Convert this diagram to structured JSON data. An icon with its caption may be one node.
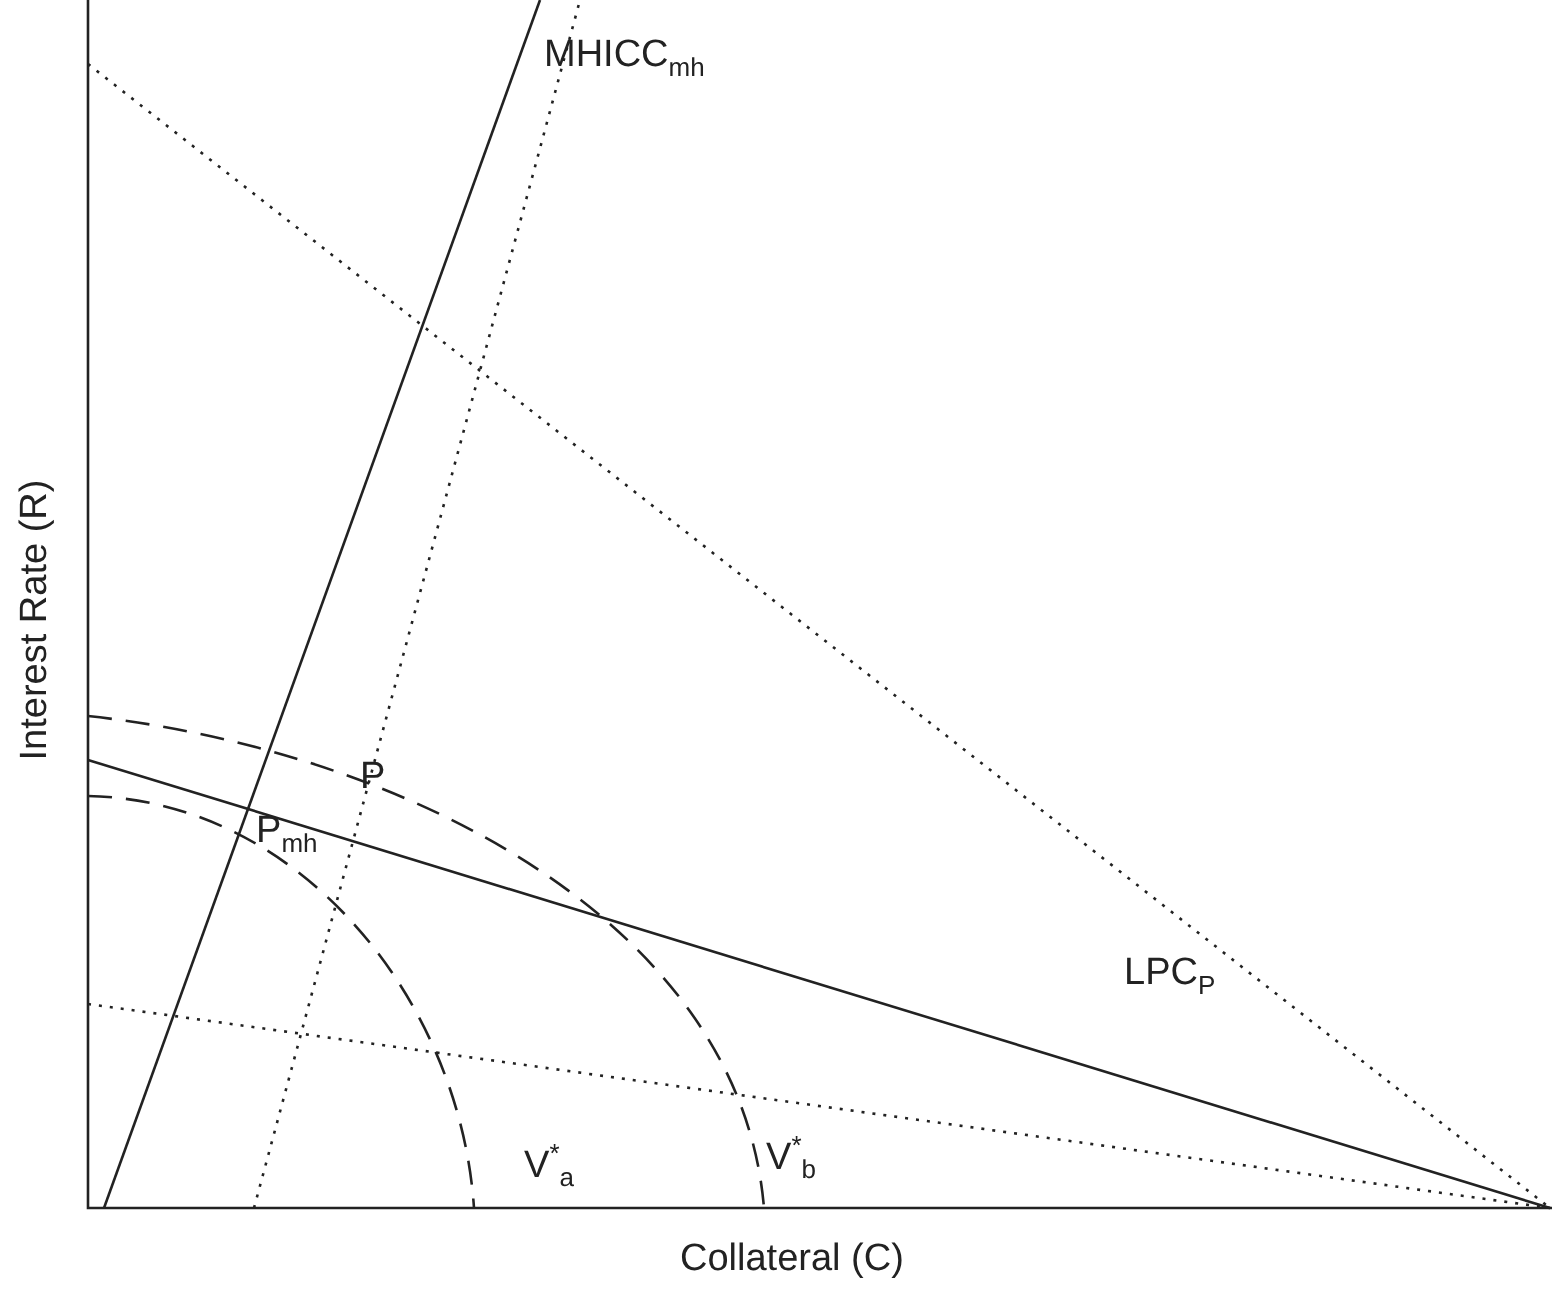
{
  "diagram": {
    "labels": [
      "MHICC$_{mh}$",
      "Interest Rate (R)",
      "P",
      "P$_{mh}$",
      "LPC$_{P}$",
      "V$^{*}$$_{a}$",
      "V$^{*}$$_{b}$",
      "Collateral (C)"
    ]
  }
}
